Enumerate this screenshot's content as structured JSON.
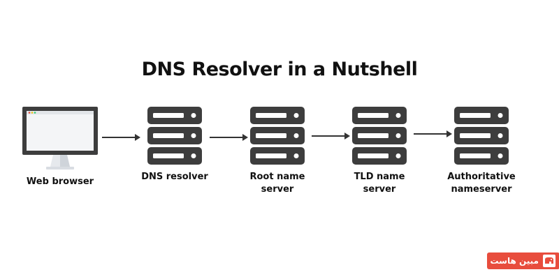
{
  "title": "DNS Resolver in a Nutshell",
  "nodes": [
    {
      "id": "browser",
      "line1": "Web browser",
      "line2": ""
    },
    {
      "id": "dns-resolver",
      "line1": "DNS resolver",
      "line2": ""
    },
    {
      "id": "root-server",
      "line1": "Root name",
      "line2": "server"
    },
    {
      "id": "tld-server",
      "line1": "TLD name",
      "line2": "server"
    },
    {
      "id": "authoritative-server",
      "line1": "Authoritative",
      "line2": "nameserver"
    }
  ],
  "badge": {
    "text": "مبین هاست",
    "icon": "elephant-logo-icon",
    "color": "#e84d3d"
  },
  "colors": {
    "server": "#3d3d3d",
    "monitor_screen": "#f4f5f7",
    "monitor_stand": "#d9dde2",
    "arrow": "#333333"
  }
}
